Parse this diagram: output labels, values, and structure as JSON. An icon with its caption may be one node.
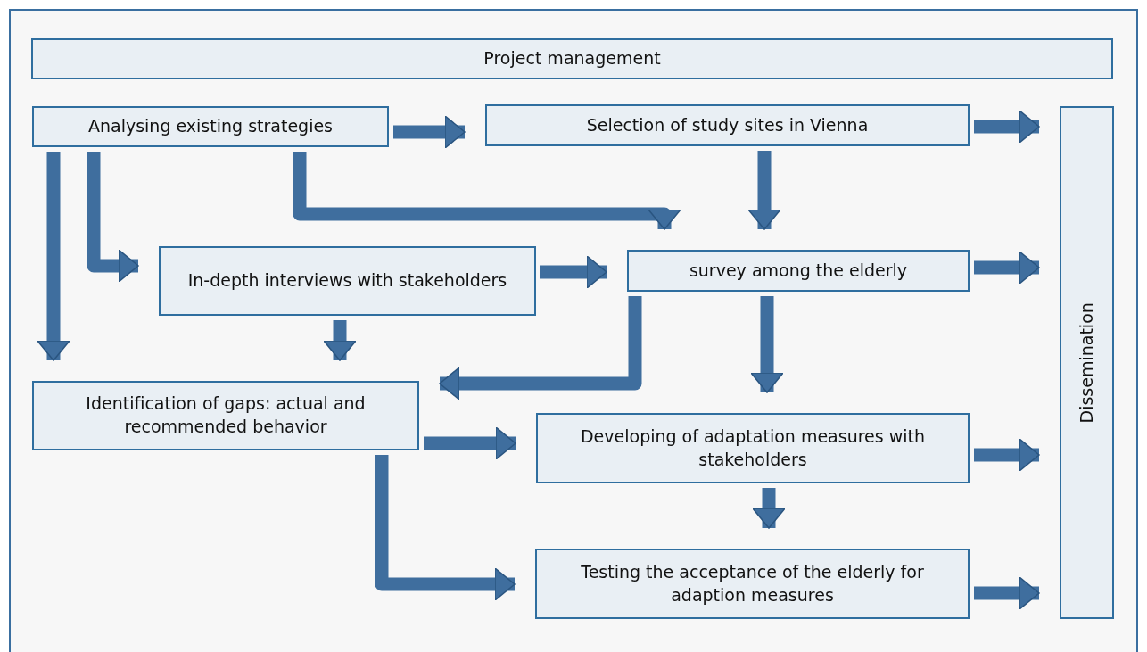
{
  "diagram": {
    "nodes": [
      {
        "text": [
          "Project management"
        ]
      },
      {
        "text": [
          "Analysing existing strategies"
        ]
      },
      {
        "text": [
          "Selection of study sites in Vienna"
        ]
      },
      {
        "text": [
          "Dissemination"
        ]
      },
      {
        "text": [
          "In-depth interviews with stakeholders"
        ]
      },
      {
        "text": [
          "survey among the elderly"
        ]
      },
      {
        "text": [
          "Identification of gaps: actual and recommended behavior"
        ]
      },
      {
        "text": [
          "Developing of adaptation measures with stakeholders"
        ]
      },
      {
        "text": [
          "Testing the acceptance of the elderly for adaption measures"
        ]
      }
    ],
    "edges": [
      {
        "from": 1,
        "to": 2,
        "arrow": "to"
      },
      {
        "from": 2,
        "to": 3,
        "arrow": "to"
      },
      {
        "from": 1,
        "to": 5,
        "arrow": "to"
      },
      {
        "from": 2,
        "to": 5,
        "arrow": "to"
      },
      {
        "from": 1,
        "to": 6,
        "arrow": "to"
      },
      {
        "from": 1,
        "to": 4,
        "arrow": "to"
      },
      {
        "from": 4,
        "to": 5,
        "arrow": "to"
      },
      {
        "from": 5,
        "to": 3,
        "arrow": "to"
      },
      {
        "from": 4,
        "to": 6,
        "arrow": "to"
      },
      {
        "from": 5,
        "to": 6,
        "arrow": "to"
      },
      {
        "from": 5,
        "to": 7,
        "arrow": "to"
      },
      {
        "from": 6,
        "to": 7,
        "arrow": "to"
      },
      {
        "from": 7,
        "to": 3,
        "arrow": "to"
      },
      {
        "from": 7,
        "to": 8,
        "arrow": "to"
      },
      {
        "from": 6,
        "to": 8,
        "arrow": "to"
      },
      {
        "from": 8,
        "to": 3,
        "arrow": "to"
      }
    ]
  }
}
